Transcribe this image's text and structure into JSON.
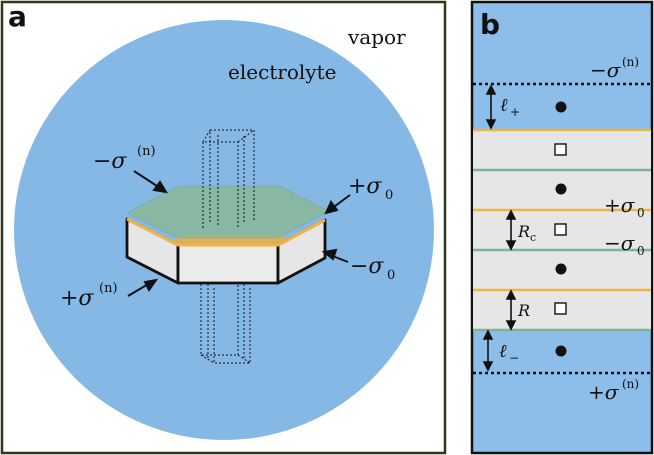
{
  "colors": {
    "vapor_bg": "#ffffff",
    "electrolyte": "#86b8e6",
    "panel_b_bg": "#8dbde9",
    "slab": "#e6e6e6",
    "yellow_charge": "#f2b441",
    "green_charge": "#7fb39b",
    "frame": "#2f3a1c",
    "black": "#111111"
  },
  "panel_a": {
    "label": "a",
    "vapor": "vapor",
    "electrolyte": "electrolyte",
    "neg_sigma_n": "−σ",
    "neg_sigma_n_sup": "(n)",
    "pos_sigma0": "+σ",
    "pos_sigma0_sub": "0",
    "neg_sigma0": "−σ",
    "neg_sigma0_sub": "0",
    "pos_sigma_n": "+σ",
    "pos_sigma_n_sup": "(n)"
  },
  "panel_b": {
    "label": "b",
    "neg_sigma_n": "−σ",
    "neg_sigma_n_sup": "(n)",
    "pos_sigma0": "+σ",
    "pos_sigma0_sub": "0",
    "neg_sigma0": "−σ",
    "neg_sigma0_sub": "0",
    "pos_sigma_n": "+σ",
    "pos_sigma_n_sup": "(n)",
    "ell_plus": "ℓ",
    "ell_plus_sub": "+",
    "ell_minus": "ℓ",
    "ell_minus_sub": "−",
    "Rc": "R",
    "Rc_sub": "c",
    "R": "R"
  }
}
